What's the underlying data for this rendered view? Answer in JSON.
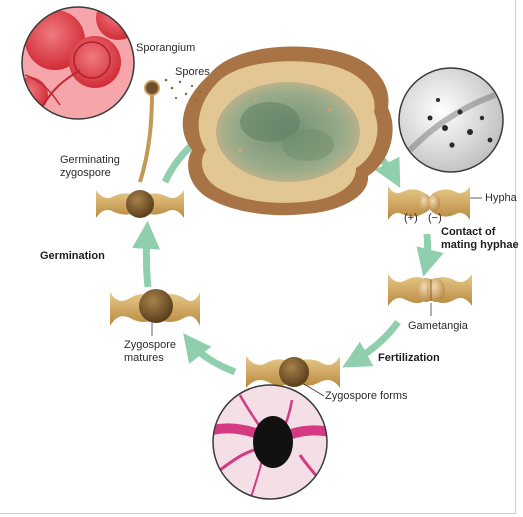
{
  "labels": {
    "sporangium": "Sporangium",
    "spores": "Spores",
    "germinating_zygospore_line1": "Germinating",
    "germinating_zygospore_line2": "zygospore",
    "hypha": "Hypha",
    "plus": "(+)",
    "minus": "(−)",
    "contact_line1": "Contact of",
    "contact_line2": "mating hyphae",
    "germination": "Germination",
    "gametangia": "Gametangia",
    "zygospore_matures_line1": "Zygospore",
    "zygospore_matures_line2": "matures",
    "fertilization": "Fertilization",
    "zygospore_forms": "Zygospore forms"
  },
  "colors": {
    "arrow": "#8fcfae",
    "hypha": "#c9a45a",
    "zygospore": "#7a5a2e",
    "mold": "#7e9a7a",
    "bread_crust": "#9a6a3e",
    "micro_red": "#d9343c",
    "micro_pink": "#d63a82"
  }
}
